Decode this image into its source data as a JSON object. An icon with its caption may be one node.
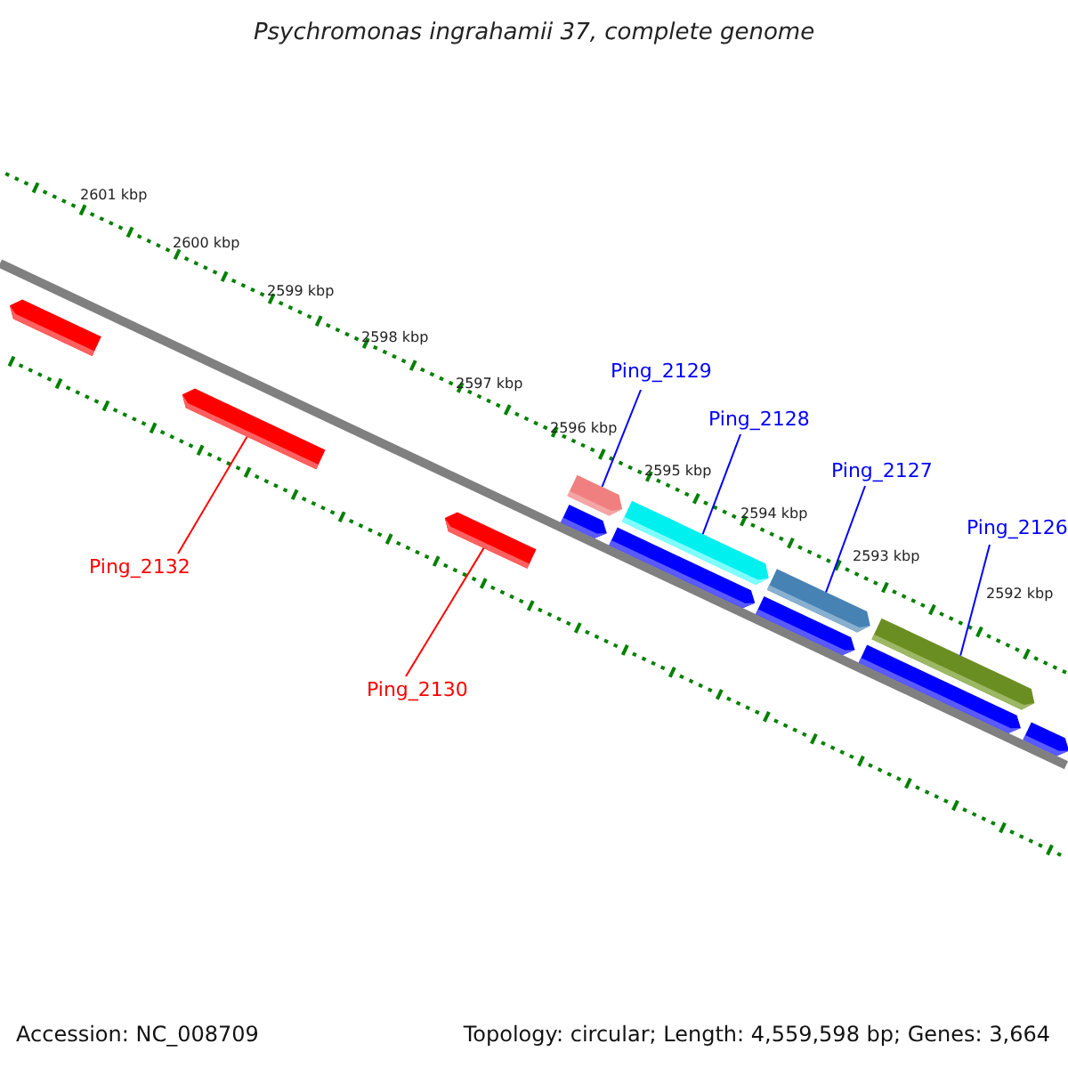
{
  "diagram": {
    "title": "Psychromonas ingrahamii 37, complete genome",
    "nodes": [
      {
        "text": [
          "Ping_2129"
        ]
      },
      {
        "text": [
          "Ping_2128"
        ]
      },
      {
        "text": [
          "Ping_2127"
        ]
      },
      {
        "text": [
          "Ping_2126"
        ]
      },
      {
        "text": [
          "Ping_2132"
        ]
      },
      {
        "text": [
          "Ping_2130"
        ]
      },
      {
        "text": [],
        "shape": "bar"
      },
      {
        "text": [],
        "shape": "bar"
      },
      {
        "text": [],
        "shape": "bar"
      },
      {
        "text": [],
        "shape": "bar"
      },
      {
        "text": [],
        "shape": "bar"
      },
      {
        "text": [],
        "shape": "bar"
      },
      {
        "text": [],
        "shape": "bar"
      },
      {
        "text": [],
        "shape": "bar"
      },
      {
        "text": [],
        "shape": "bar"
      },
      {
        "text": [],
        "shape": "bar"
      },
      {
        "text": [],
        "shape": "bar"
      },
      {
        "text": [],
        "shape": "bar"
      }
    ],
    "edges": [
      {
        "from": 0,
        "to": 9,
        "arrow": "none"
      },
      {
        "from": 1,
        "to": 11,
        "arrow": "none"
      },
      {
        "from": 2,
        "to": 13,
        "arrow": "none"
      },
      {
        "from": 3,
        "to": 15,
        "arrow": "none"
      },
      {
        "from": 4,
        "to": 7,
        "arrow": "none",
        "color": "#ff0000"
      },
      {
        "from": 5,
        "to": 8,
        "arrow": "none",
        "color": "#ff0000"
      }
    ],
    "labels": [
      "2601 kbp",
      "2600 kbp",
      "2599 kbp",
      "2598 kbp",
      "2597 kbp",
      "2596 kbp",
      "2595 kbp",
      "2594 kbp",
      "2593 kbp",
      "2592 kbp",
      "Accession: NC_008709",
      "Topology: circular; Length: 4,559,598 bp; Genes: 3,664"
    ]
  }
}
